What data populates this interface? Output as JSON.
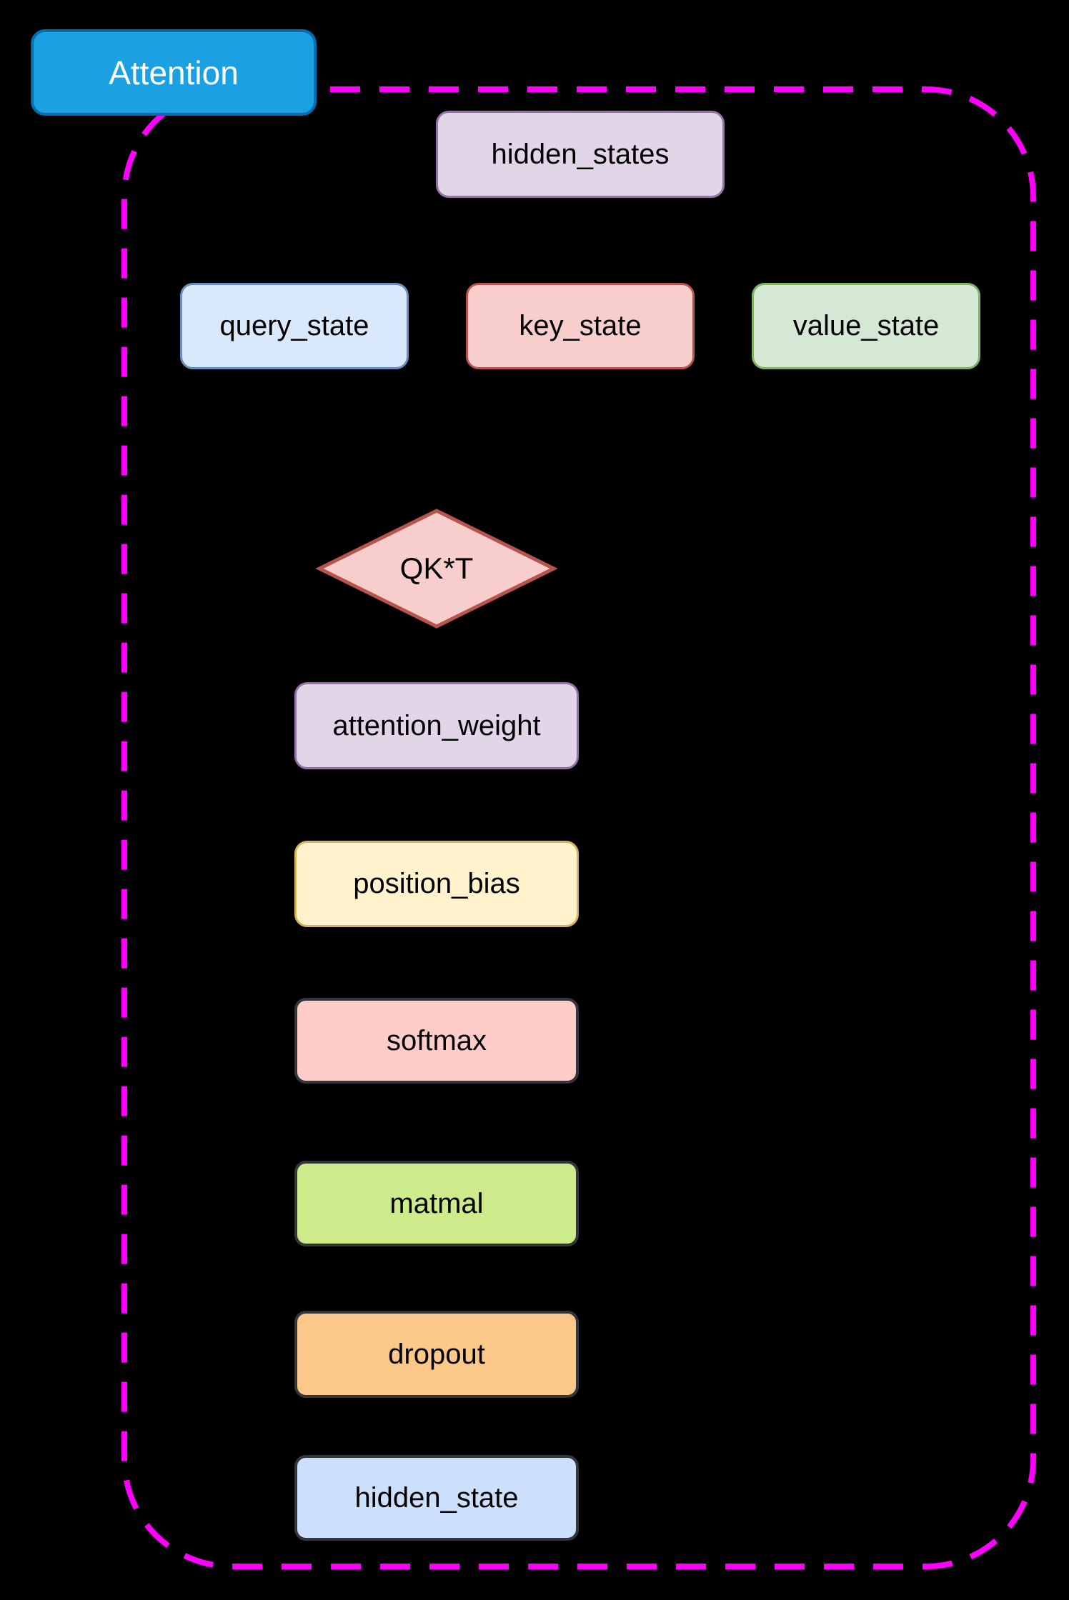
{
  "diagram": {
    "background_color": "#000000",
    "group_label": "Attention",
    "group_box": {
      "fill": "#1BA1E2",
      "stroke": "#006EAF",
      "text_color": "#FFFFFF"
    },
    "container": {
      "fill": "none",
      "stroke": "#FF00FF",
      "style": "dashed"
    }
  },
  "nodes": {
    "hidden_states": {
      "label": "hidden_states",
      "shape": "rounded-rect",
      "fill": "#E1D5E7",
      "stroke": "#9673A6"
    },
    "query_state": {
      "label": "query_state",
      "shape": "rounded-rect",
      "fill": "#DAE8FC",
      "stroke": "#6C8EBF"
    },
    "key_state": {
      "label": "key_state",
      "shape": "rounded-rect",
      "fill": "#F8CECC",
      "stroke": "#B85450"
    },
    "value_state": {
      "label": "value_state",
      "shape": "rounded-rect",
      "fill": "#D5E8D4",
      "stroke": "#82B366"
    },
    "qkt": {
      "label": "QK*T",
      "shape": "diamond",
      "fill": "#F8CECC",
      "stroke": "#B85450"
    },
    "attention_weight": {
      "label": "attention_weight",
      "shape": "rounded-rect",
      "fill": "#E1D5E7",
      "stroke": "#9673A6"
    },
    "position_bias": {
      "label": "position_bias",
      "shape": "rounded-rect",
      "fill": "#FFF2CC",
      "stroke": "#D6B656"
    },
    "softmax": {
      "label": "softmax",
      "shape": "rounded-rect",
      "fill": "#FFCDC9",
      "stroke": "#33363B"
    },
    "matmal": {
      "label": "matmal",
      "shape": "rounded-rect",
      "fill": "#CDEB8B",
      "stroke": "#33363B"
    },
    "dropout": {
      "label": "dropout",
      "shape": "rounded-rect",
      "fill": "#FBC88A",
      "stroke": "#33363B"
    },
    "hidden_state": {
      "label": "hidden_state",
      "shape": "rounded-rect",
      "fill": "#CCE0FB",
      "stroke": "#33363B"
    }
  }
}
